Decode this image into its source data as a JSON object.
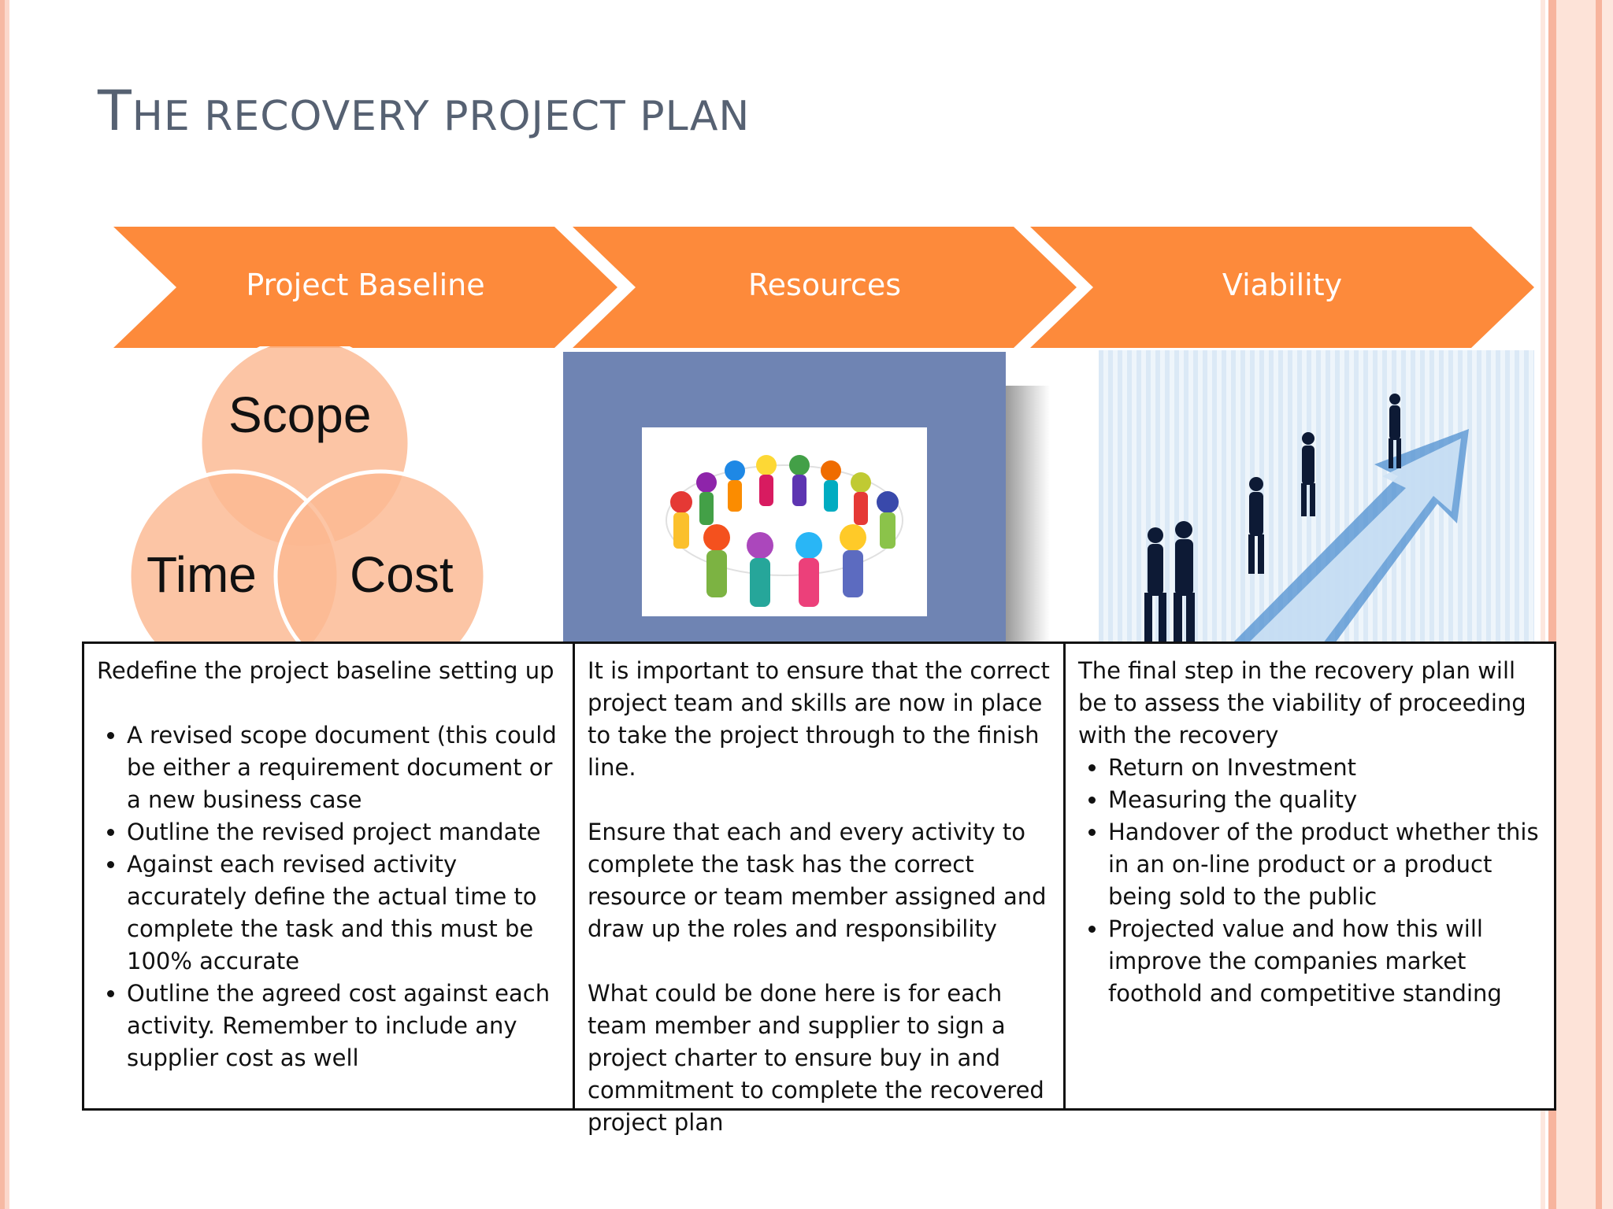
{
  "slide": {
    "title_first": "T",
    "title_rest": "HE RECOVERY PROJECT PLAN"
  },
  "chevrons": [
    "Project Baseline",
    "Resources",
    "Viability"
  ],
  "venn": {
    "top": "Scope",
    "left": "Time",
    "right": "Cost"
  },
  "colors": {
    "accent": "#fd8a3b",
    "venn_fill": "#fbb891",
    "title": "#566172",
    "panel_blue": "#6f84b3"
  },
  "table": {
    "col1": {
      "intro": "Redefine the project baseline setting up",
      "bullets": [
        "A revised scope document (this could be either a requirement document or a new business case",
        "Outline the revised project mandate",
        "Against each revised activity accurately define the actual time to complete the task and this must be 100% accurate",
        "Outline the agreed cost against each activity. Remember to include any supplier cost as well"
      ]
    },
    "col2": {
      "paragraphs": [
        "It is  important to ensure that the correct project team and skills are now in place to take the project through to the  finish line.",
        "Ensure that each and every activity to complete the task has the correct resource or team member assigned and draw up the roles and responsibility",
        "What could be done here is for each team member and supplier to sign a project charter to ensure buy in and commitment to complete the recovered project plan"
      ]
    },
    "col3": {
      "intro": "The final step in the recovery plan will be to assess the viability of proceeding with the recovery",
      "bullets": [
        "Return on Investment",
        "Measuring the quality",
        "Handover of the product whether this in an on-line product or a product being sold to the public",
        "Projected value and how this will improve the companies market foothold and competitive standing"
      ]
    }
  }
}
